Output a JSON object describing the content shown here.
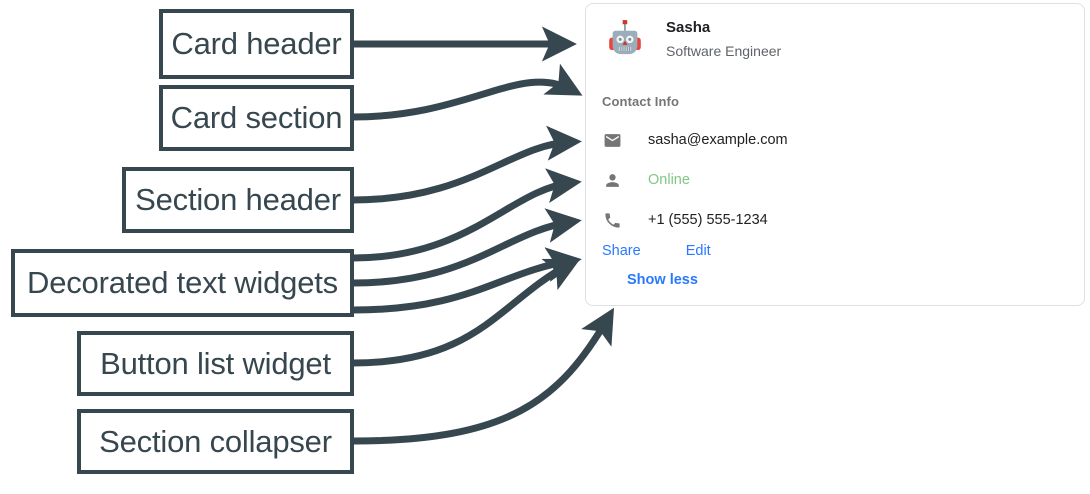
{
  "annotations": [
    {
      "label": "Card header",
      "name": "annotation-card-header"
    },
    {
      "label": "Card section",
      "name": "annotation-card-section"
    },
    {
      "label": "Section header",
      "name": "annotation-section-header"
    },
    {
      "label": "Decorated text widgets",
      "name": "annotation-decorated-text-widgets"
    },
    {
      "label": "Button list widget",
      "name": "annotation-button-list-widget"
    },
    {
      "label": "Section collapser",
      "name": "annotation-section-collapser"
    }
  ],
  "card": {
    "header": {
      "avatar_icon": "robot-avatar-icon",
      "title": "Sasha",
      "subtitle": "Software Engineer"
    },
    "section": {
      "header": "Contact Info",
      "rows": [
        {
          "icon": "email-icon",
          "text": "sasha@example.com",
          "status": false
        },
        {
          "icon": "person-icon",
          "text": "Online",
          "status": true
        },
        {
          "icon": "phone-icon",
          "text": "+1 (555) 555-1234",
          "status": false
        }
      ],
      "buttons": [
        {
          "label": "Share"
        },
        {
          "label": "Edit"
        }
      ],
      "collapser": "Show less"
    }
  },
  "colors": {
    "annotation": "#37474f",
    "link": "#2979ff",
    "status_online": "#81c784",
    "muted_text": "#5f6368",
    "icon_gray": "#757575",
    "card_border": "#e0e0e0"
  }
}
